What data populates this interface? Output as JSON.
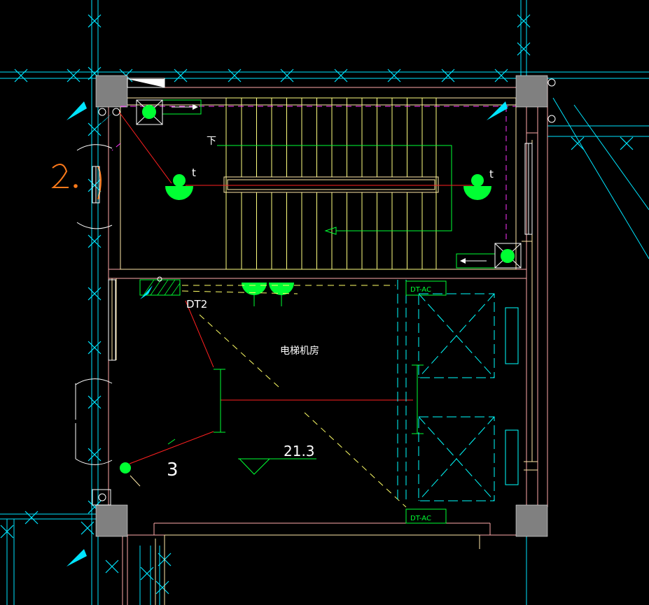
{
  "colors": {
    "background": "#000000",
    "grid": "#00e5ff",
    "wall": "#ffaaaa",
    "wall_inner": "#ffe9a8",
    "stair": "#ffff80",
    "fixture": "#00ff33",
    "wire": "#ff2020",
    "magenta": "#ff33ff",
    "dashed": "#ffff66",
    "column": "#808080",
    "elevator": "#00ffff",
    "handwriting": "#ff7a1a"
  },
  "labels": {
    "down_arrow_label": "下",
    "t_left": "t",
    "t_right": "t",
    "dt2": "DT2",
    "room_name": "电梯机房",
    "elevation": "21.3",
    "dt_ac_top": "DT-AC",
    "dt_ac_bottom": "DT-AC",
    "tick_count": "3",
    "handwritten_note": "2."
  },
  "icons": {
    "pendant_light": "pendant-light-icon",
    "exhaust_fan": "exhaust-fan-icon",
    "wall_light": "wall-light-icon",
    "emergency_light": "emergency-light-icon"
  }
}
